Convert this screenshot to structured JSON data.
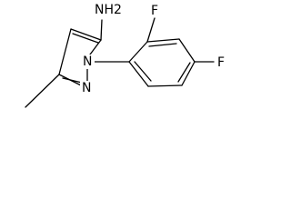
{
  "molecule": {
    "labels": {
      "amine": "NH2",
      "ring_n1": "N",
      "ring_n2": "N",
      "fluoro_ortho": "F",
      "fluoro_para": "F"
    }
  }
}
